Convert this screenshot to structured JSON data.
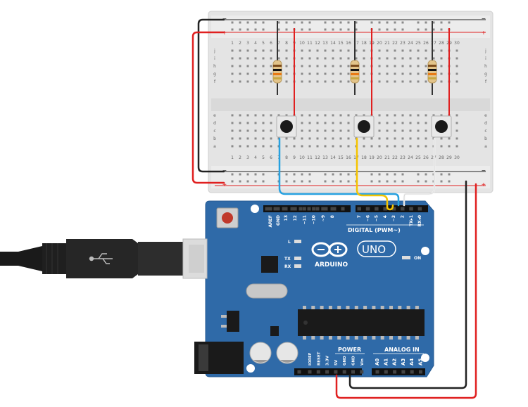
{
  "breadboard": {
    "rail_minus": "−",
    "rail_plus": "+",
    "col_numbers": [
      "1",
      "2",
      "3",
      "4",
      "5",
      "6",
      "7",
      "8",
      "9",
      "10",
      "11",
      "12",
      "13",
      "14",
      "15",
      "16",
      "17",
      "18",
      "19",
      "20",
      "21",
      "22",
      "23",
      "24",
      "25",
      "26",
      "27",
      "28",
      "29",
      "30"
    ],
    "rows_top": [
      "j",
      "i",
      "h",
      "g",
      "f"
    ],
    "rows_bottom": [
      "e",
      "d",
      "c",
      "b",
      "a"
    ]
  },
  "arduino": {
    "brand": "ARDUINO",
    "model": "UNO",
    "digital_label": "DIGITAL (PWM~)",
    "power_label": "POWER",
    "analog_label": "ANALOG IN",
    "led_l": "L",
    "led_tx": "TX",
    "led_rx": "RX",
    "on_label": "ON",
    "digital_pins": [
      "AREF",
      "GND",
      "13",
      "12",
      "~11",
      "~10",
      "~9",
      "8",
      "7",
      "~6",
      "~5",
      "4",
      "~3",
      "2",
      "TX▸1",
      "RX◂0"
    ],
    "power_pins": [
      "IOREF",
      "RESET",
      "3.3V",
      "5V",
      "GND",
      "GND",
      "Vin"
    ],
    "analog_pins": [
      "A0",
      "A1",
      "A2",
      "A3",
      "A4",
      "A5"
    ]
  },
  "colors": {
    "board": "#2f6aa8",
    "breadboard": "#e6e6e6",
    "wire_red": "#e02020",
    "wire_black": "#222222",
    "wire_blue": "#27a1e0",
    "wire_yellow": "#f5c400",
    "wire_white": "#f2f2f2"
  }
}
